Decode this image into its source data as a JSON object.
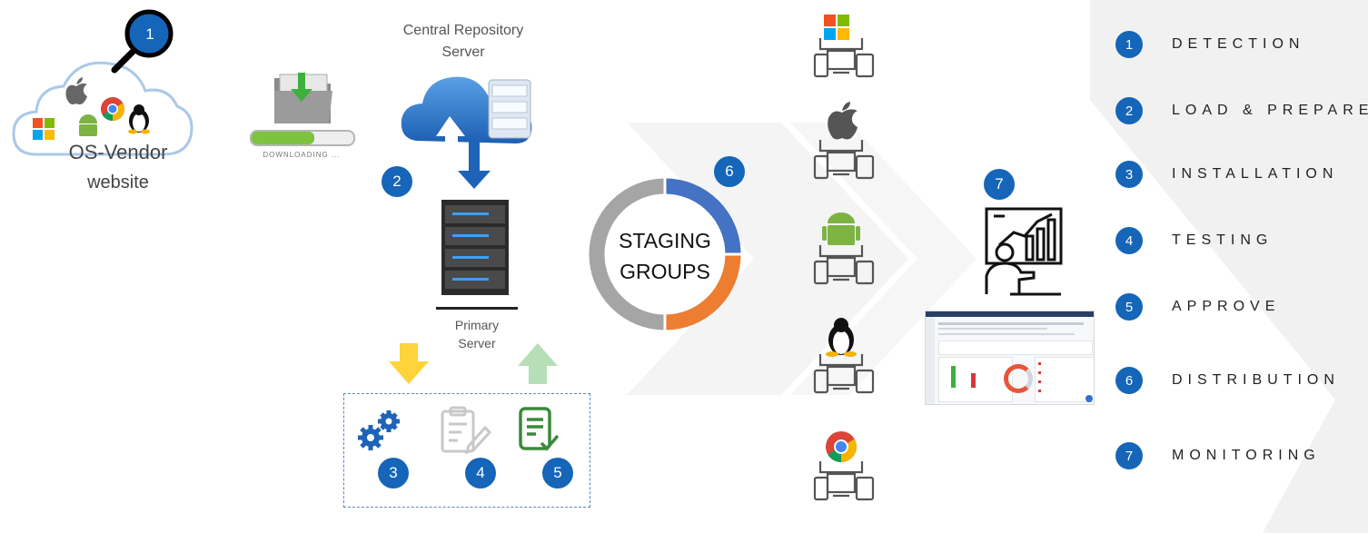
{
  "vendor": {
    "label_line1": "OS-Vendor",
    "label_line2": "website",
    "badge": "1"
  },
  "download": {
    "caption": "DOWNLOADING ...",
    "progress": 0.62
  },
  "central": {
    "label_line1": "Central Repository",
    "label_line2": "Server",
    "badge": "2"
  },
  "primary": {
    "label_line1": "Primary",
    "label_line2": "Server"
  },
  "process": {
    "badge_install": "3",
    "badge_test": "4",
    "badge_approve": "5"
  },
  "staging": {
    "line1": "STAGING",
    "line2": "GROUPS",
    "badge": "6"
  },
  "monitoring": {
    "badge": "7"
  },
  "legend": [
    {
      "num": "1",
      "text": "DETECTION"
    },
    {
      "num": "2",
      "text": "LOAD & PREPARE"
    },
    {
      "num": "3",
      "text": "INSTALLATION"
    },
    {
      "num": "4",
      "text": "TESTING"
    },
    {
      "num": "5",
      "text": "APPROVE"
    },
    {
      "num": "6",
      "text": "DISTRIBUTION"
    },
    {
      "num": "7",
      "text": "MONITORING"
    }
  ],
  "colors": {
    "badge": "#1565b8",
    "donut_blue": "#4472c4",
    "donut_orange": "#ed7d31",
    "donut_gray": "#a5a5a5"
  },
  "icons": [
    "magnifier-icon",
    "cloud-icon",
    "apple-icon",
    "android-icon",
    "chrome-icon",
    "linux-icon",
    "windows-icon",
    "folder-download-icon",
    "server-icon",
    "gears-icon",
    "clipboard-edit-icon",
    "clipboard-check-icon",
    "devices-icon",
    "analyst-chart-icon",
    "dashboard-screenshot"
  ]
}
